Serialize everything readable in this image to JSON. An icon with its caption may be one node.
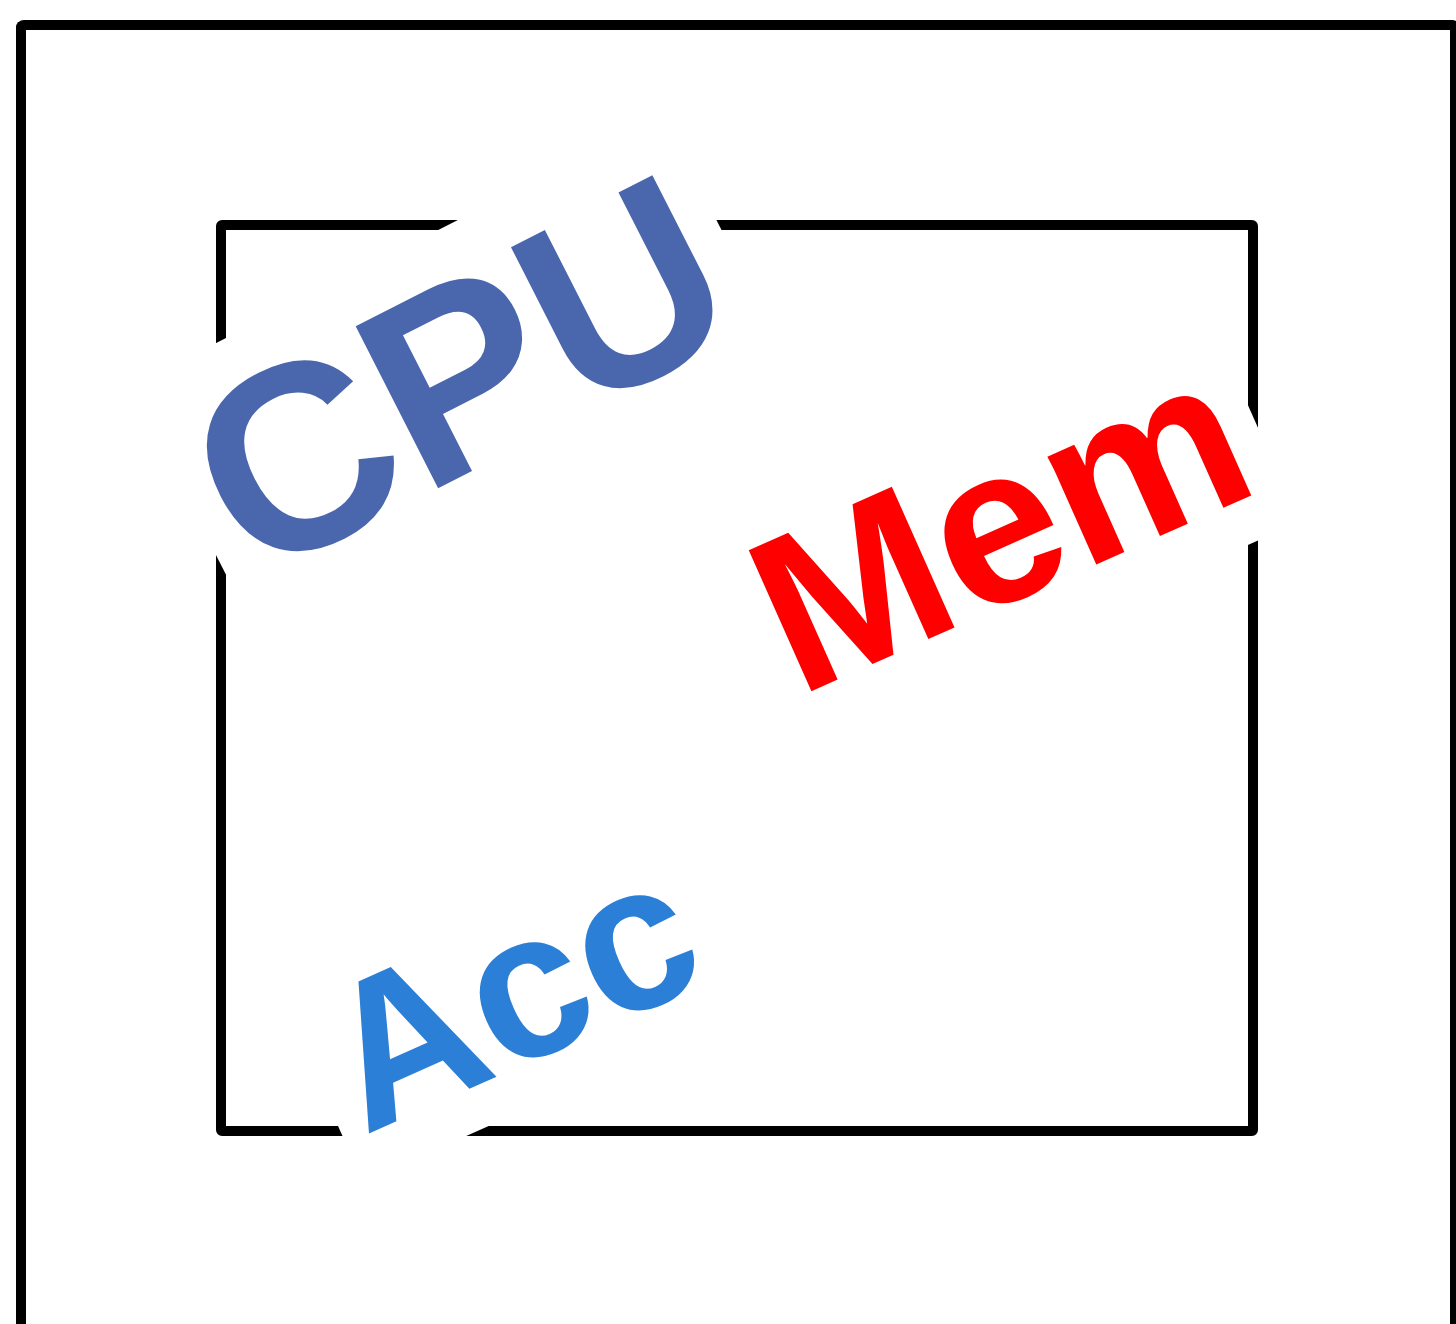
{
  "diagram": {
    "nodes": [
      {
        "text": [],
        "shape": "box"
      },
      {
        "text": [],
        "shape": "box",
        "in": 0
      }
    ],
    "labels": [
      "CPU",
      "Mem",
      "Acc"
    ]
  }
}
